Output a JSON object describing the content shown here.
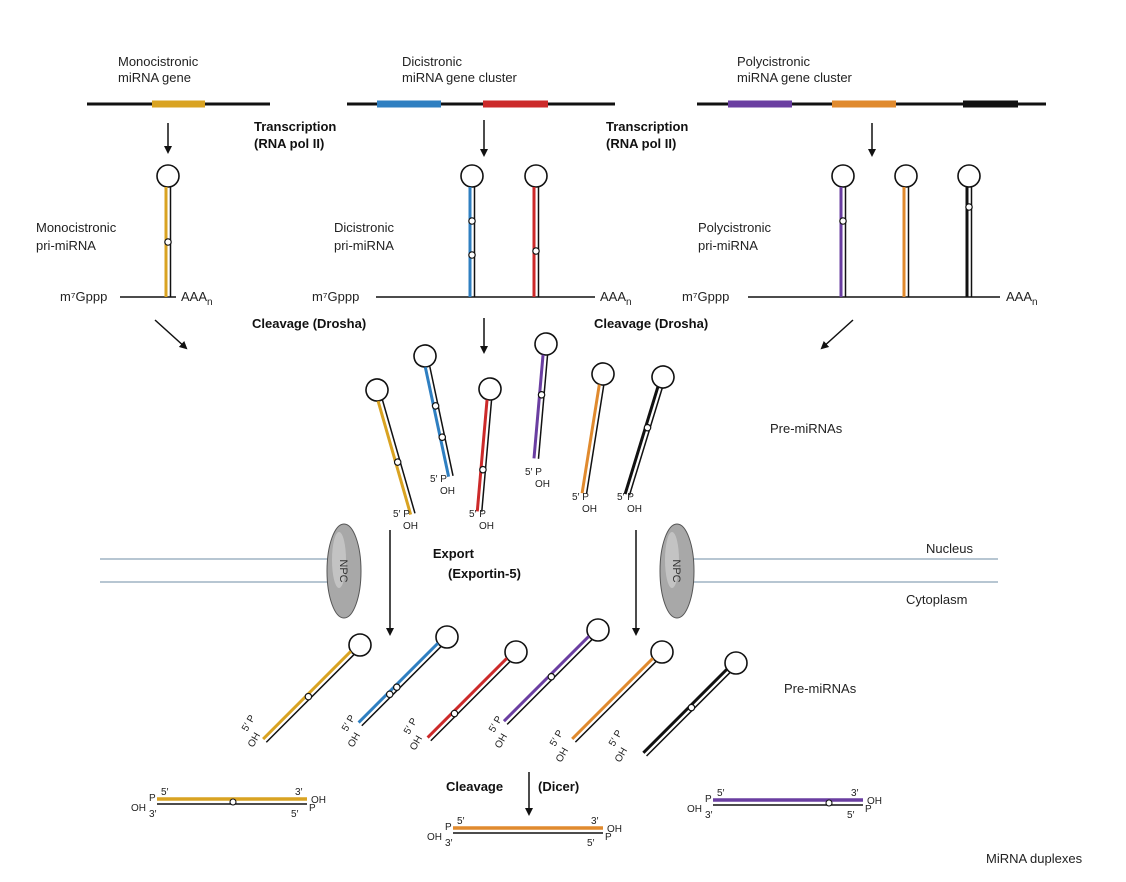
{
  "colors": {
    "yellow": "#d9a322",
    "blue": "#2f7fc1",
    "red": "#cc2a2a",
    "purple": "#6a3ea1",
    "orange": "#e08a2e",
    "black": "#111111",
    "membrane": "#9fb3c4",
    "npc": "#9a9a9a"
  },
  "genes": {
    "mono": [
      "Monocistronic",
      "miRNA gene"
    ],
    "di": [
      "Dicistronic",
      "miRNA gene cluster"
    ],
    "poly": [
      "Polycistronic",
      "miRNA gene cluster"
    ]
  },
  "transcription": [
    "Transcription",
    "(RNA pol II)"
  ],
  "pri": {
    "mono": [
      "Monocistronic",
      "pri-miRNA"
    ],
    "di": [
      "Dicistronic",
      "pri-miRNA"
    ],
    "poly": [
      "Polycistronic",
      "pri-miRNA"
    ],
    "cap": "m⁷Gppp",
    "tail_base": "AAA",
    "tail_sub": "n"
  },
  "cleavage_drosha": "Cleavage (Drosha)",
  "pre_mirnas": "Pre-miRNAs",
  "export": [
    "Export",
    "(Exportin-5)"
  ],
  "npc": "NPC",
  "nucleus": "Nucleus",
  "cytoplasm": "Cytoplasm",
  "ends": {
    "five_p": "5′ P",
    "oh": "OH",
    "p": "P",
    "five": "5′",
    "three": "3′"
  },
  "cleavage_dicer": [
    "Cleavage",
    "(Dicer)"
  ],
  "duplexes": "MiRNA duplexes"
}
